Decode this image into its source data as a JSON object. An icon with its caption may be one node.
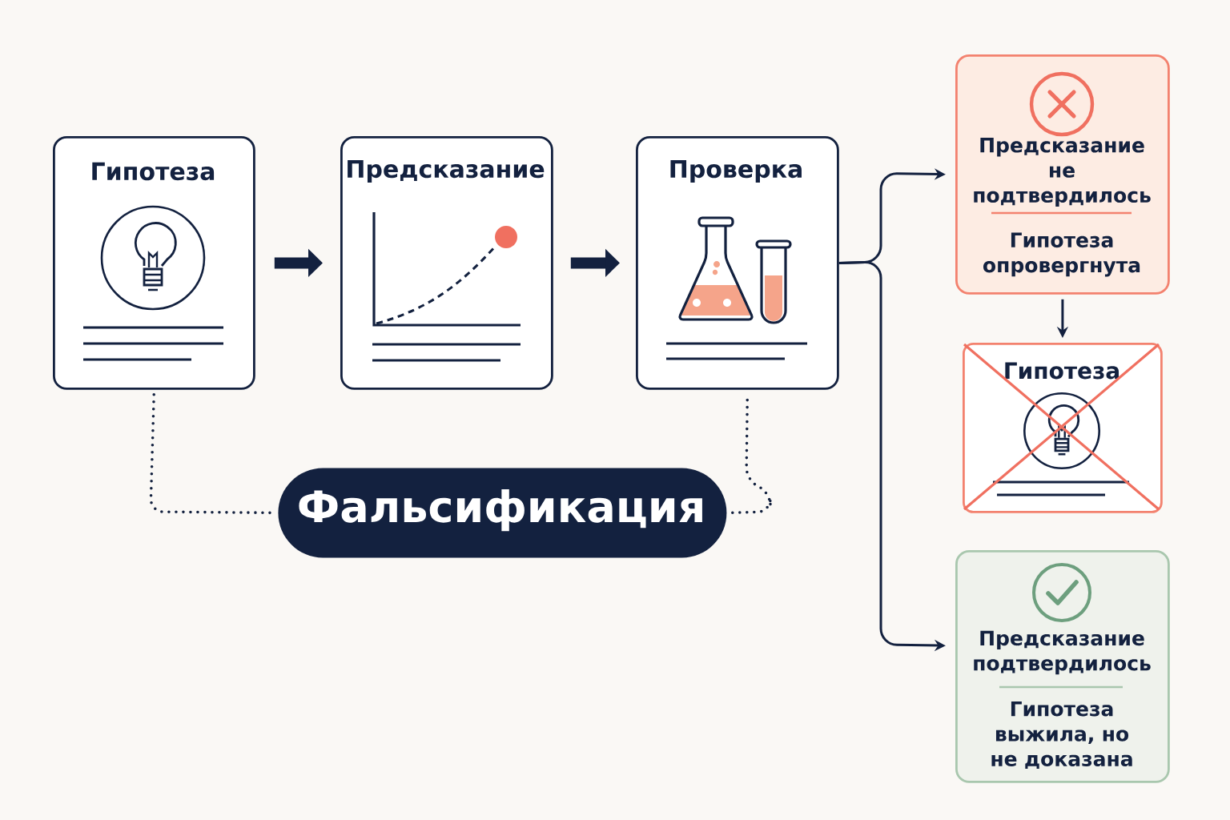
{
  "diagram": {
    "nodes": [
      {
        "text": [
          "Гипотеза"
        ]
      },
      {
        "text": [
          "Предсказание"
        ]
      },
      {
        "text": [
          "Проверка"
        ]
      },
      {
        "text": [
          "Предсказание не подтвердилось",
          "Гипотеза опровергнута"
        ]
      },
      {
        "text": [
          "Гипотеза"
        ]
      },
      {
        "text": [
          "Предсказание подтвердилось",
          "Гипотеза выжила, но не доказана"
        ]
      },
      {
        "text": [
          "Фальсификация"
        ]
      }
    ],
    "edges": [
      {
        "from": 0,
        "to": 1,
        "arrow": "to",
        "style": "thick"
      },
      {
        "from": 1,
        "to": 2,
        "arrow": "to",
        "style": "thick"
      },
      {
        "from": 2,
        "to": 3,
        "arrow": "to"
      },
      {
        "from": 2,
        "to": 5,
        "arrow": "to"
      },
      {
        "from": 3,
        "to": 4,
        "arrow": "to"
      },
      {
        "from": 0,
        "to": 6,
        "arrow": "none",
        "style": "dashed"
      },
      {
        "from": 6,
        "to": 2,
        "arrow": "none",
        "style": "dashed"
      }
    ]
  }
}
